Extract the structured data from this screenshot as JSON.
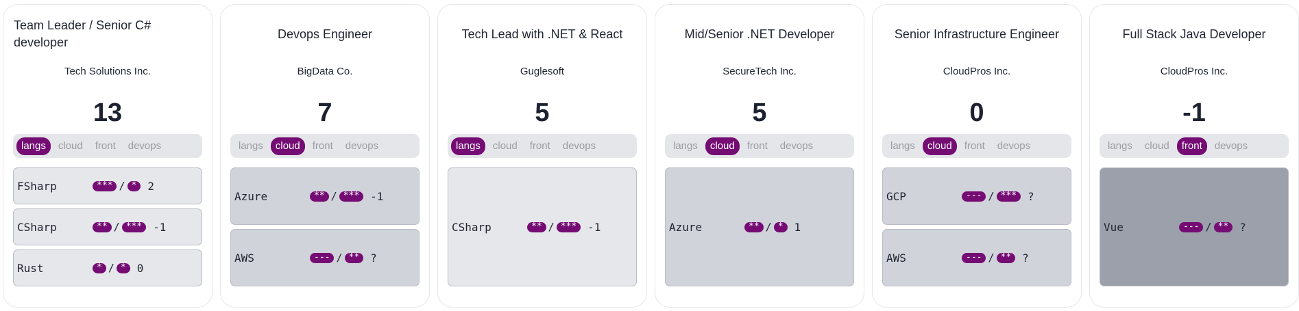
{
  "tab_labels": [
    "langs",
    "cloud",
    "front",
    "devops"
  ],
  "colors": {
    "accent": "#750c74",
    "card_border": "#e4e6ea",
    "tabs_bg": "#e5e6e9",
    "skill_bg_light": "#e6e7eb",
    "skill_bg_mid": "#d1d3da",
    "skill_bg_dark": "#9ba0aa"
  },
  "cards": [
    {
      "title": "Team Leader / Senior C# developer",
      "company": "Tech Solutions Inc.",
      "score": "13",
      "active_tab": "langs",
      "skills": [
        {
          "name": "FSharp",
          "required": "***",
          "candidate": "*",
          "score": "2"
        },
        {
          "name": "CSharp",
          "required": "**",
          "candidate": "***",
          "score": "-1"
        },
        {
          "name": "Rust",
          "required": "*",
          "candidate": "*",
          "score": "0"
        }
      ]
    },
    {
      "title": "Devops Engineer",
      "company": "BigData Co.",
      "score": "7",
      "active_tab": "cloud",
      "skills": [
        {
          "name": "Azure",
          "required": "**",
          "candidate": "***",
          "score": "-1"
        },
        {
          "name": "AWS",
          "required": "---",
          "candidate": "**",
          "score": "?"
        }
      ]
    },
    {
      "title": "Tech Lead with .NET & React",
      "company": "Guglesoft",
      "score": "5",
      "active_tab": "langs",
      "skills": [
        {
          "name": "CSharp",
          "required": "**",
          "candidate": "***",
          "score": "-1"
        }
      ]
    },
    {
      "title": "Mid/Senior .NET Developer",
      "company": "SecureTech Inc.",
      "score": "5",
      "active_tab": "cloud",
      "skills": [
        {
          "name": "Azure",
          "required": "**",
          "candidate": "*",
          "score": "1"
        }
      ]
    },
    {
      "title": "Senior Infrastructure Engineer",
      "company": "CloudPros Inc.",
      "score": "0",
      "active_tab": "cloud",
      "skills": [
        {
          "name": "GCP",
          "required": "---",
          "candidate": "***",
          "score": "?"
        },
        {
          "name": "AWS",
          "required": "---",
          "candidate": "**",
          "score": "?"
        }
      ]
    },
    {
      "title": "Full Stack Java Developer",
      "company": "CloudPros Inc.",
      "score": "-1",
      "active_tab": "front",
      "skills": [
        {
          "name": "Vue",
          "required": "---",
          "candidate": "**",
          "score": "?"
        }
      ]
    }
  ]
}
